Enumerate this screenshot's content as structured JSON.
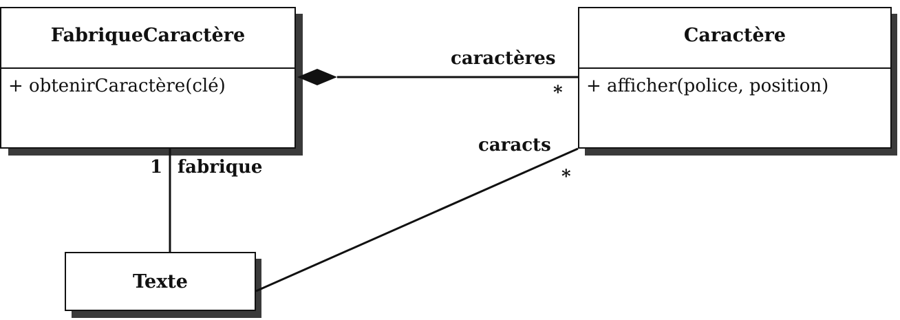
{
  "classes": {
    "fabrique": {
      "name": "FabriqueCaractère",
      "operation": "+ obtenirCaractère(clé)"
    },
    "caractere": {
      "name": "Caractère",
      "operation": "+ afficher(police, position)"
    },
    "texte": {
      "name": "Texte"
    }
  },
  "associations": {
    "composition": {
      "role": "caractères",
      "multiplicity": "*"
    },
    "texte_caractere": {
      "role": "caracts",
      "multiplicity": "*"
    },
    "texte_fabrique": {
      "role": "fabrique",
      "multiplicity": "1"
    }
  }
}
